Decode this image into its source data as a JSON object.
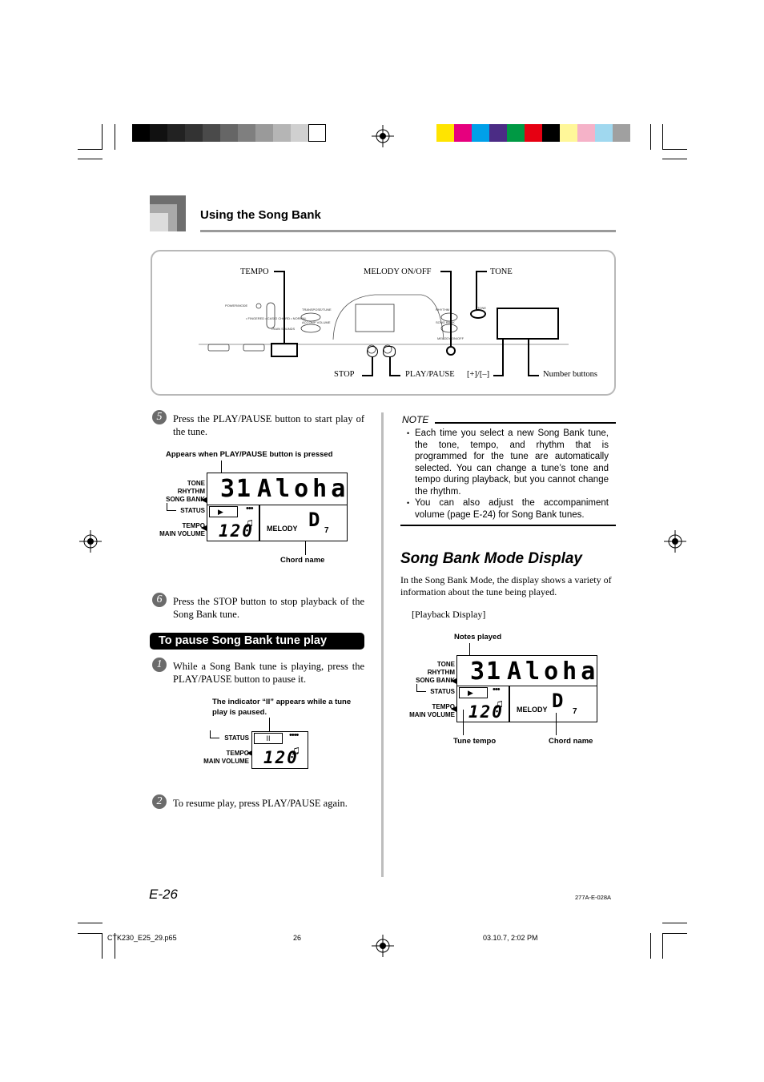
{
  "header": {
    "title": "Using the Song Bank"
  },
  "panel": {
    "labels": {
      "tempo": "TEMPO",
      "melody": "MELODY ON/OFF",
      "tone": "TONE",
      "stop": "STOP",
      "play_pause": "PLAY/PAUSE",
      "plus_minus": "[+]/[–]",
      "number_buttons": "Number buttons"
    }
  },
  "steps": {
    "step5": {
      "num": "5",
      "text": "Press the PLAY/PAUSE button to start play of the tune."
    },
    "step6": {
      "num": "6",
      "text": "Press the STOP button to stop playback of the Song Bank tune."
    },
    "pause1": {
      "num": "1",
      "text": "While a Song Bank tune is playing, press the PLAY/PAUSE button to pause it."
    },
    "pause2": {
      "num": "2",
      "text": "To resume play, press PLAY/PAUSE again."
    }
  },
  "lcd1": {
    "caption_top": "Appears when PLAY/PAUSE button is pressed",
    "caption_bottom": "Chord name",
    "labels": {
      "tone": "TONE",
      "rhythm": "RHYTHM",
      "song_bank": "SONG BANK",
      "status": "STATUS",
      "tempo": "TEMPO",
      "main_volume": "MAIN VOLUME"
    },
    "number": "31",
    "name": "Aloha Oe",
    "tempo_value": "120",
    "melody": "MELODY",
    "chord": "D",
    "chord_sub": "7",
    "status_symbol": "▶"
  },
  "pause_section": {
    "title": "To pause Song Bank tune play"
  },
  "lcd_pause": {
    "caption": "The indicator “II” appears while a tune play is paused.",
    "labels": {
      "status": "STATUS",
      "tempo": "TEMPO",
      "main_volume": "MAIN VOLUME"
    },
    "status_symbol": "II",
    "tempo_value": "120"
  },
  "note": {
    "title": "NOTE",
    "items": [
      "Each time you select a new Song Bank tune, the tone, tempo, and rhythm that is programmed for the tune are automatically selected. You can change a tune’s tone and tempo during playback, but you cannot change the rhythm.",
      "You can also adjust the accompaniment volume (page E-24) for Song Bank tunes."
    ]
  },
  "mode_section": {
    "title": "Song Bank Mode Display",
    "intro": "In the Song Bank Mode, the display shows a variety of information about the tune being played.",
    "playback_label": "[Playback Display]"
  },
  "lcd2": {
    "caption_top": "Notes played",
    "caption_left": "Tune tempo",
    "caption_right": "Chord name",
    "labels": {
      "tone": "TONE",
      "rhythm": "RHYTHM",
      "song_bank": "SONG BANK",
      "status": "STATUS",
      "tempo": "TEMPO",
      "main_volume": "MAIN VOLUME"
    },
    "number": "31",
    "name": "Aloha Oe",
    "tempo_value": "120",
    "melody": "MELODY",
    "chord": "D",
    "chord_sub": "7",
    "status_symbol": "▶"
  },
  "footer": {
    "page": "E-26",
    "code": "277A-E-028A",
    "file": "CTK230_E25_29.p65",
    "page_num": "26",
    "date": "03.10.7, 2:02 PM"
  },
  "colors": {
    "gray_bar": [
      "#000000",
      "#111111",
      "#222222",
      "#333333",
      "#4a4a4a",
      "#666666",
      "#7f7f7f",
      "#9a9a9a",
      "#b5b5b5",
      "#d0d0d0",
      "#ffffff"
    ],
    "color_bar": [
      "#ffe400",
      "#e6007e",
      "#00a0e9",
      "#4b2c85",
      "#009944",
      "#e60012",
      "#000000",
      "#fff799",
      "#f5b2c8",
      "#a0d8ef",
      "#a0a0a0"
    ]
  }
}
